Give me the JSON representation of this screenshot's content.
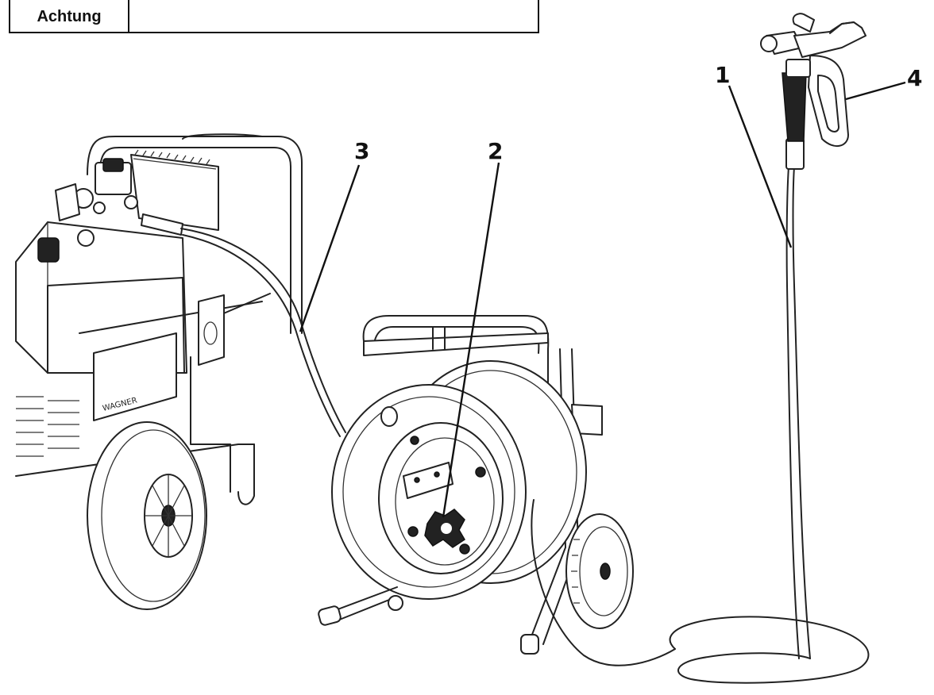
{
  "warning": {
    "label": "Achtung",
    "text": ""
  },
  "callouts": [
    {
      "id": "1",
      "label": "1"
    },
    {
      "id": "2",
      "label": "2"
    },
    {
      "id": "3",
      "label": "3"
    },
    {
      "id": "4",
      "label": "4"
    }
  ],
  "machine_brand": "WAGNER",
  "colors": {
    "line": "#222222",
    "background": "#ffffff"
  }
}
